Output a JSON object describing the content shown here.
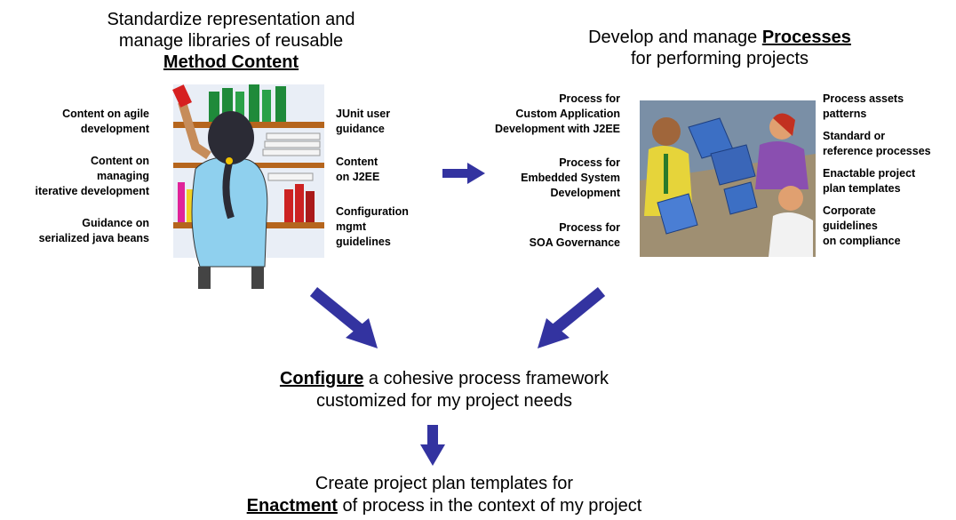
{
  "method": {
    "title_line1": "Standardize representation and",
    "title_line2": "manage libraries of reusable",
    "title_emph": "Method Content",
    "left_items": [
      [
        "Content on agile",
        "development"
      ],
      [
        "Content on",
        "managing",
        "iterative development"
      ],
      [
        "Guidance on",
        "serialized java beans"
      ]
    ],
    "right_items": [
      [
        "JUnit user",
        "guidance"
      ],
      [
        "Content",
        "on J2EE"
      ],
      [
        "Configuration",
        "mgmt",
        "guidelines"
      ]
    ]
  },
  "process": {
    "title_prefix": "Develop and manage ",
    "title_emph": "Processes",
    "title_line2": "for performing projects",
    "left_items": [
      [
        "Process for",
        "Custom Application",
        "Development with J2EE"
      ],
      [
        "Process for",
        "Embedded System",
        "Development"
      ],
      [
        "Process for",
        "SOA Governance"
      ]
    ],
    "right_items": [
      [
        "Process assets",
        "patterns"
      ],
      [
        "Standard or",
        "reference processes"
      ],
      [
        "Enactable project",
        "plan templates"
      ],
      [
        "Corporate",
        "guidelines",
        "on compliance"
      ]
    ]
  },
  "configure": {
    "emph": "Configure",
    "line1_rest": " a cohesive process framework",
    "line2": "customized for my project needs"
  },
  "enact": {
    "line1": "Create project plan templates for",
    "emph": "Enactment",
    "line2_rest": " of process in the context of my project"
  },
  "colors": {
    "arrow": "#3333a0"
  }
}
